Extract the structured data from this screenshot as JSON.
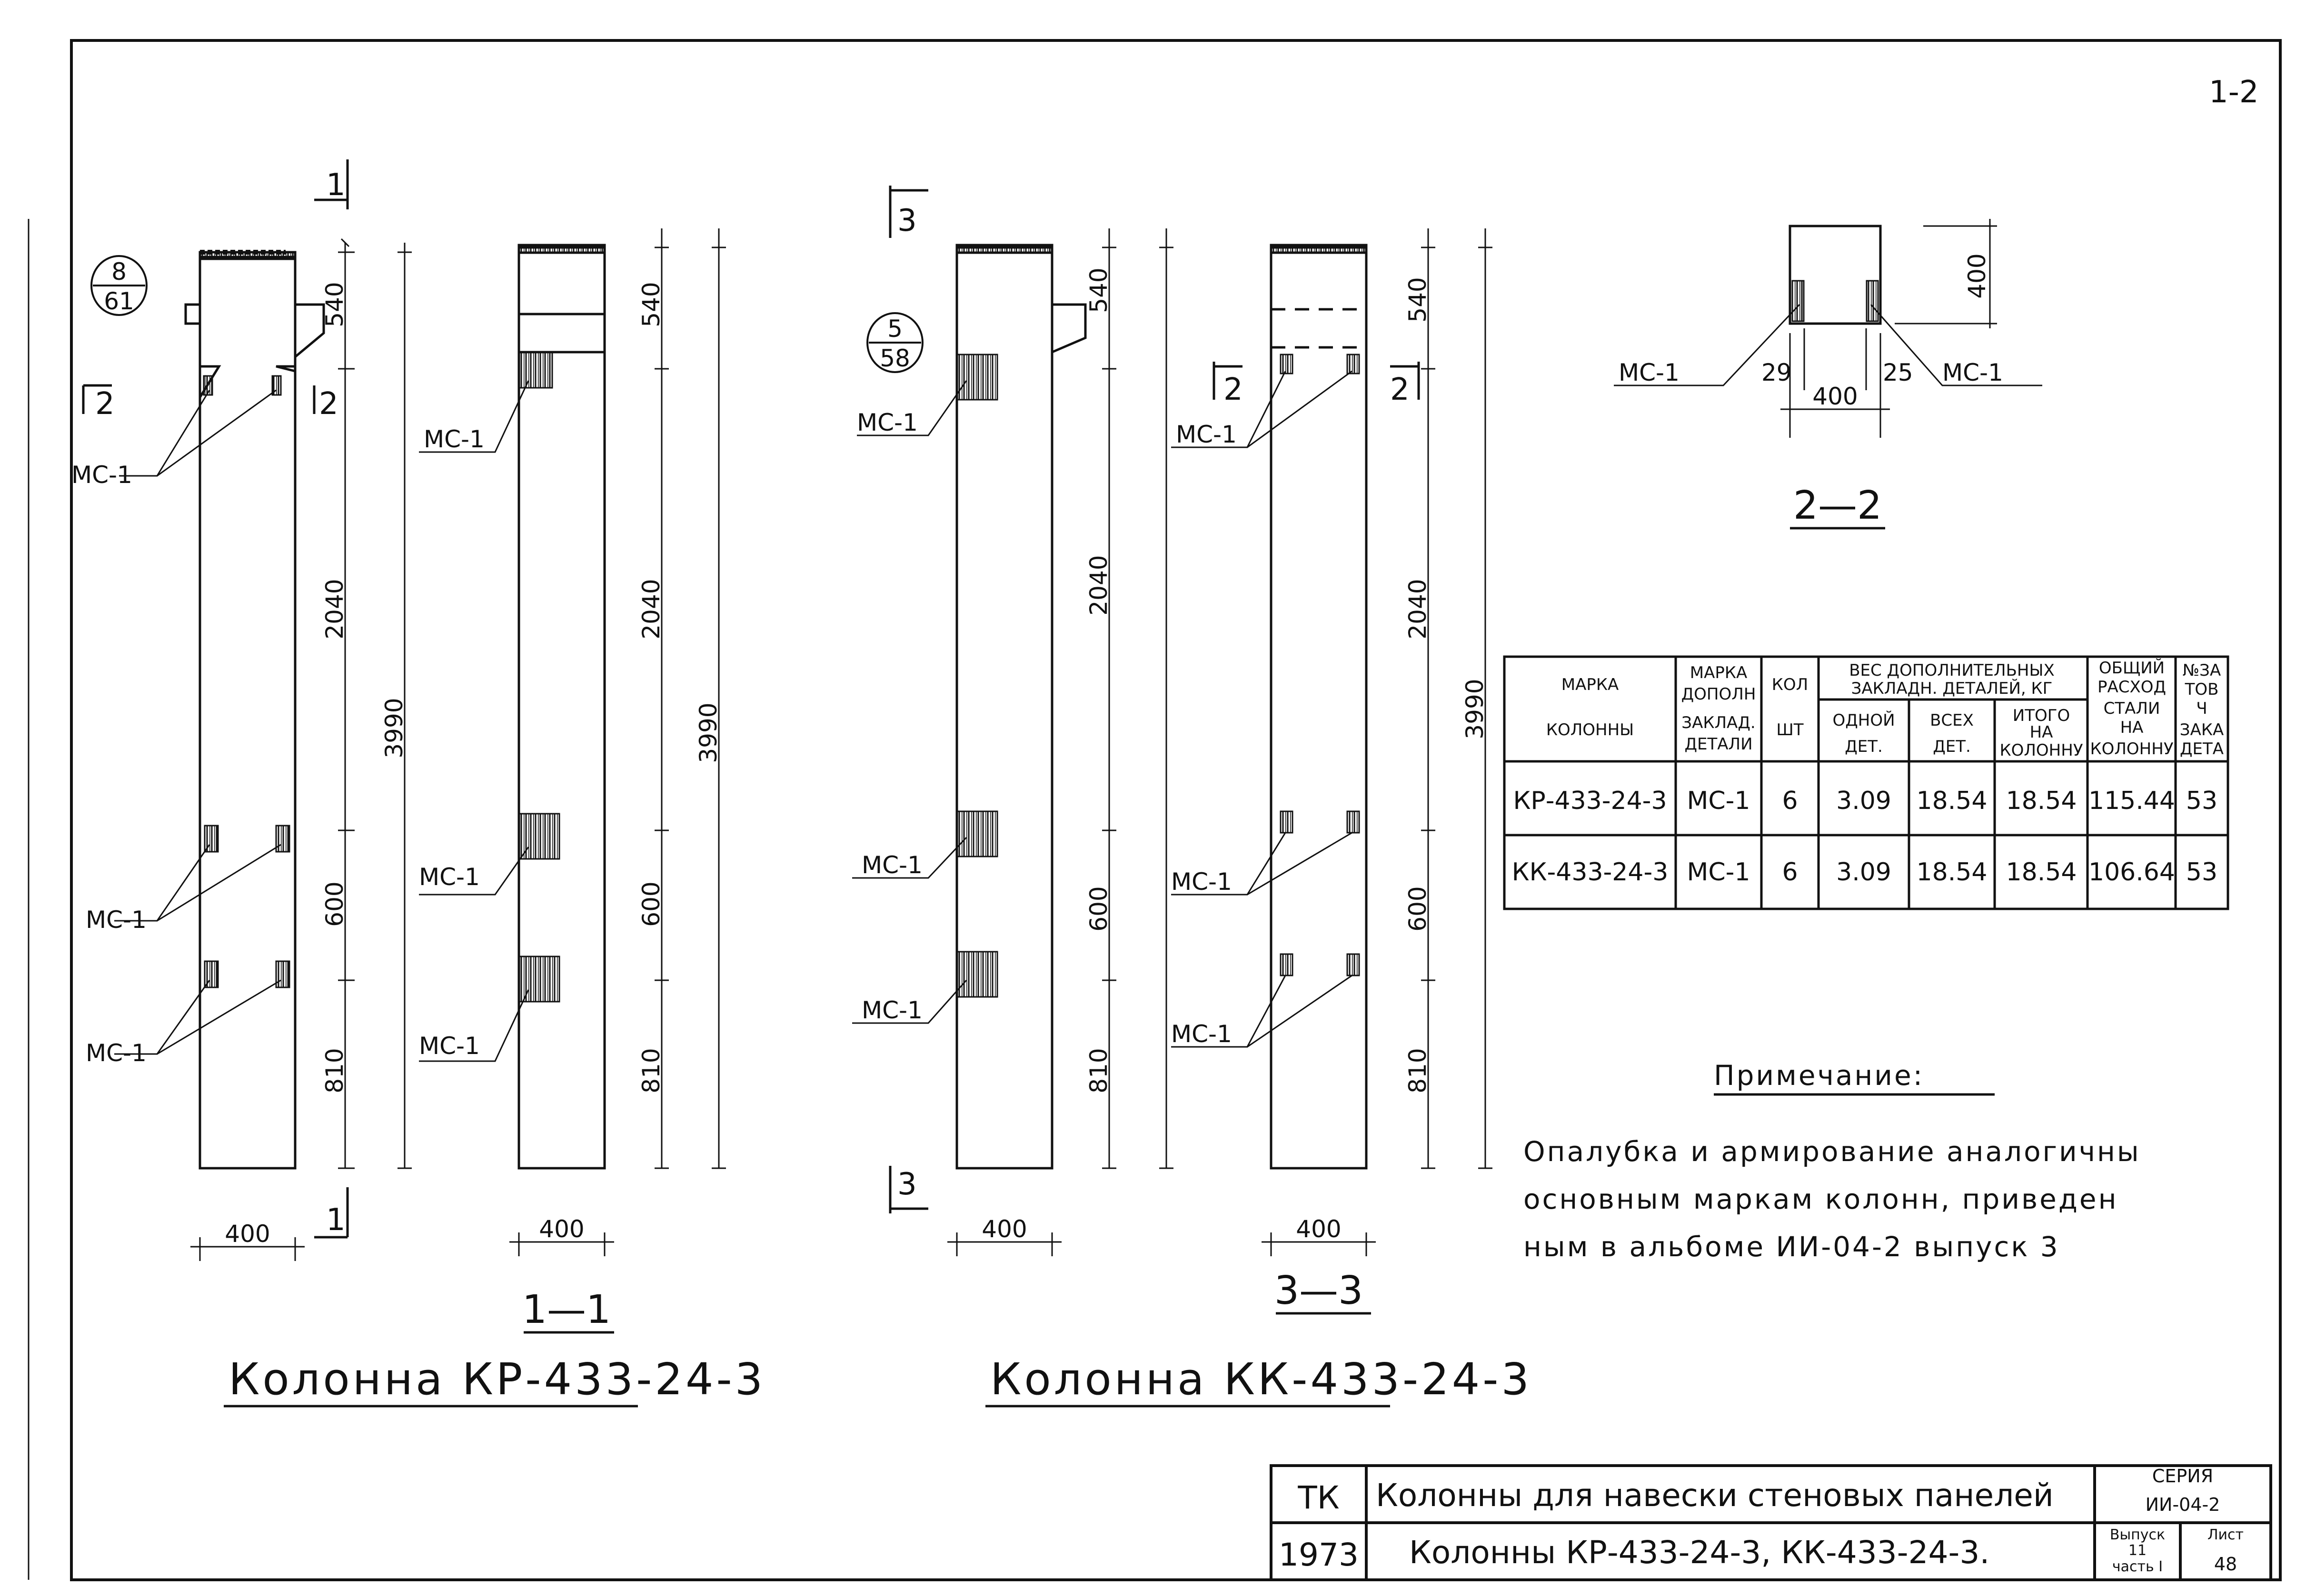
{
  "column_kr": {
    "title": "Колонна КР-433-24-3",
    "dims": {
      "top": "540",
      "mid": "2040",
      "lower": "600",
      "bottom": "810",
      "total": "3990",
      "width": "400"
    },
    "bubble": {
      "top": "8",
      "bottom": "61"
    },
    "detail_label": "МС-1",
    "cut_1": "1",
    "cut_2": "2"
  },
  "section_1_1": {
    "label": "1—1",
    "dims": {
      "top": "540",
      "mid": "2040",
      "lower": "600",
      "bottom": "810",
      "total": "3990",
      "width": "400"
    },
    "detail_label": "МС-1"
  },
  "column_kk": {
    "title": "Колонна КК-433-24-3",
    "dims": {
      "top": "540",
      "mid": "2040",
      "lower": "600",
      "bottom": "810",
      "width": "400"
    },
    "bubble": {
      "top": "5",
      "bottom": "58"
    },
    "detail_label": "МС-1",
    "cut_3": "3"
  },
  "section_3_3": {
    "label": "3—3",
    "dims": {
      "top": "540",
      "mid": "2040",
      "lower": "600",
      "bottom": "810",
      "total": "3990",
      "width": "400"
    },
    "detail_label": "МС-1",
    "cut_2": "2"
  },
  "section_2_2": {
    "label": "2—2",
    "dims": {
      "height": "400",
      "width": "400",
      "left_offset": "29",
      "right_offset": "25"
    },
    "detail_label": "МС-1"
  },
  "table": {
    "headers": {
      "col1": [
        "МАРКА",
        "КОЛОННЫ"
      ],
      "col2": [
        "МАРКА",
        "ДОПОЛН",
        "ЗАКЛАД.",
        "ДЕТАЛИ"
      ],
      "col3": [
        "КОЛ",
        "ШТ"
      ],
      "group": [
        "ВЕС ДОПОЛНИТЕЛЬНЫХ",
        "ЗАКЛАДН. ДЕТАЛЕЙ, КГ"
      ],
      "sub1": [
        "ОДНОЙ",
        "ДЕТ."
      ],
      "sub2": [
        "ВСЕХ",
        "ДЕТ."
      ],
      "sub3": [
        "ИТОГО",
        "НА",
        "КОЛОННУ"
      ],
      "col7": [
        "ОБЩИЙ",
        "РАСХОД",
        "СТАЛИ",
        "НА",
        "КОЛОННУ"
      ],
      "col8": [
        "№ЗА",
        "ТОВ",
        "Ч",
        "ЗАКА",
        "ДЕТА"
      ]
    },
    "rows": [
      [
        "КР-433-24-3",
        "МС-1",
        "6",
        "3.09",
        "18.54",
        "18.54",
        "115.44",
        "53"
      ],
      [
        "КК-433-24-3",
        "МС-1",
        "6",
        "3.09",
        "18.54",
        "18.54",
        "106.64",
        "53"
      ]
    ]
  },
  "note": {
    "heading": "Примечание:",
    "lines": [
      "Опалубка и армирование аналогичны",
      "основным маркам колонн, приведен",
      "ным в альбоме ИИ-04-2 выпуск 3"
    ]
  },
  "title_block": {
    "org": "ТК",
    "year": "1973",
    "title_top": "Колонны для навески стеновых панелей",
    "title_bottom": "Колонны КР-433-24-3, КК-433-24-3.",
    "series_label": "СЕРИЯ",
    "series": "ИИ-04-2",
    "issue_lines": [
      "Выпуск",
      "11",
      "часть I"
    ],
    "sheet_label": "Лист",
    "sheet": "48"
  },
  "corner_mark": "1-2"
}
